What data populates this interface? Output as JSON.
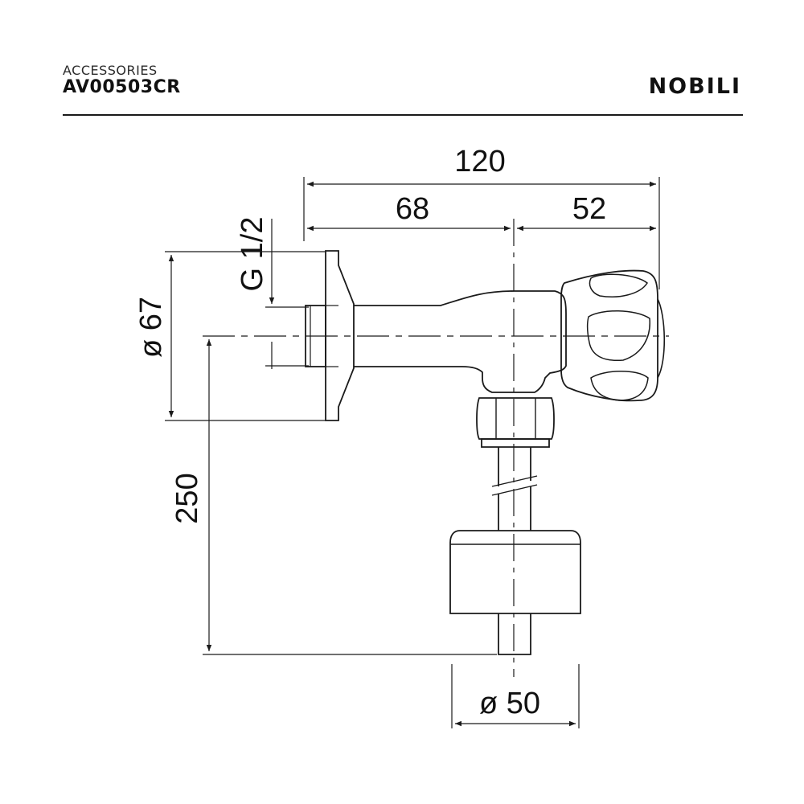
{
  "header": {
    "category": "ACCESSORIES",
    "product_code": "AV00503CR",
    "brand": "NOBILI"
  },
  "dimensions": {
    "overall_length": "120",
    "inlet_to_axis": "68",
    "axis_to_knob": "52",
    "thread": "G 1/2",
    "flange_diameter": "ø 67",
    "pipe_length": "250",
    "float_diameter": "ø 50"
  },
  "colors": {
    "line": "#1a1a1a",
    "background": "#ffffff"
  }
}
